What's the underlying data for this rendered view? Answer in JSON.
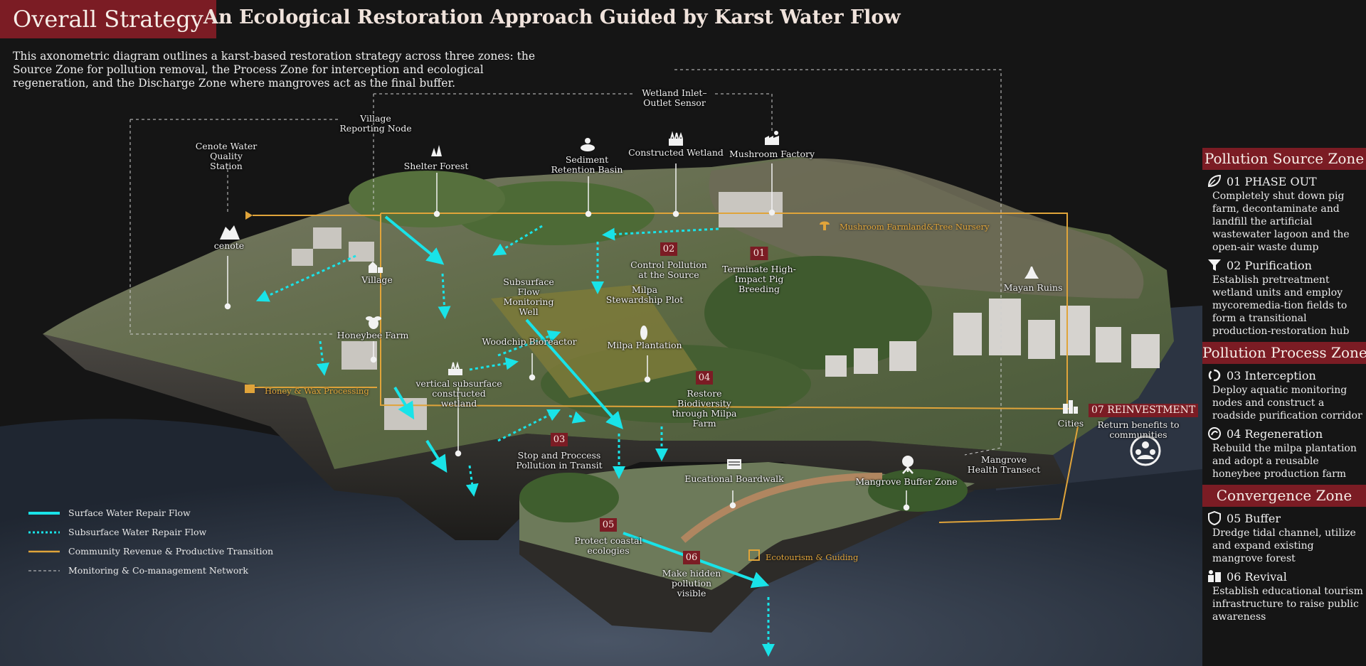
{
  "header": {
    "title": "Overall Strategy",
    "subtitle": "An Ecological Restoration Approach Guided by Karst Water Flow"
  },
  "intro": "This axonometric diagram outlines a karst-based restoration strategy across three zones: the Source Zone for pollution removal, the Process Zone for interception and ecological regeneration, and the Discharge Zone where mangroves act as the final buffer.",
  "map_labels": {
    "wetland_sensor": "Wetland Inlet–Outlet Sensor",
    "village_node": "Village Reporting Node",
    "cenote_station": "Cenote Water Quality Station",
    "shelter_forest": "Shelter Forest",
    "sediment_basin": "Sediment Retention Basin",
    "constructed_wetland": "Constructed Wetland",
    "mushroom_factory": "Mushroom Factory",
    "cenote": "cenote",
    "village": "Village",
    "subsurface_well": "Subsurface Flow Monitoring Well",
    "milpa_plot": "Milpa Stewardship Plot",
    "mayan_ruins": "Mayan Ruins",
    "honeybee_farm": "Honeybee Farm",
    "woodchip": "Woodchip Bioreactor",
    "milpa_plantation": "Milpa Plantation",
    "vertical_wetland": "vertical subsurface constructed wetland",
    "cities": "Cities",
    "mangrove_transect": "Mangrove Health Transect",
    "boardwalk": "Eucational Boardwalk",
    "mangrove_buffer": "Mangrove Buffer Zone"
  },
  "orange_labels": {
    "mushroom_farmland": "Mushroom Farmland&Tree Nursery",
    "honey_wax": "Honey & Wax Processing",
    "ecotourism": "Ecotourism & Guiding"
  },
  "steps": [
    {
      "num": "01",
      "text": "Terminate High-Impact Pig Breeding"
    },
    {
      "num": "02",
      "text": "Control Pollution at the Source"
    },
    {
      "num": "03",
      "text": "Stop and Proccess Pollution in Transit"
    },
    {
      "num": "04",
      "text": "Restore Biodiversity through Milpa Farm"
    },
    {
      "num": "05",
      "text": "Protect coastal ecologies"
    },
    {
      "num": "06",
      "text": "Make hidden pollution visible"
    }
  ],
  "reinvestment": {
    "badge": "07 REINVESTMENT",
    "text": "Return benefits to communities"
  },
  "legend": [
    {
      "label": "Surface Water Repair Flow",
      "color": "#19e3e8",
      "style": "solid"
    },
    {
      "label": "Subsurface Water Repair Flow",
      "color": "#19e3e8",
      "style": "dotted"
    },
    {
      "label": "Community Revenue & Productive Transition",
      "color": "#e0a43a",
      "style": "solid"
    },
    {
      "label": "Monitoring & Co-management Network",
      "color": "#cfcfcf",
      "style": "dashed"
    }
  ],
  "panel": {
    "source_zone": {
      "title": "Pollution Source Zone",
      "items": [
        {
          "heading": "01 PHASE OUT",
          "icon": "leaf-icon",
          "desc": "Completely shut down pig farm, decontaminate and landfill the artificial wastewater lagoon and the open-air waste dump"
        },
        {
          "heading": "02  Purification",
          "icon": "funnel-icon",
          "desc": "Establish pretreatment wetland units and employ mycoremedia-tion fields to form a transitional production-restoration hub"
        }
      ]
    },
    "process_zone": {
      "title": "Pollution Process Zone",
      "items": [
        {
          "heading": "03 Interception",
          "icon": "cycle-icon",
          "desc": "Deploy aquatic monitoring nodes and construct a roadside purification corridor"
        },
        {
          "heading": "04 Regeneration",
          "icon": "regeneration-icon",
          "desc": "Rebuild the milpa plantation and adopt a reusable honeybee production farm"
        }
      ]
    },
    "convergence_zone": {
      "title": "Convergence Zone",
      "items": [
        {
          "heading": "05 Buffer",
          "icon": "shield-icon",
          "desc": "Dredge tidal channel, utilize and expand existing mangrove forest"
        },
        {
          "heading": "06 Revival",
          "icon": "revival-icon",
          "desc": "Establish educational tourism infrastructure to raise public awareness"
        }
      ]
    }
  },
  "colors": {
    "accent": "#7b1c24",
    "surface_flow": "#19e3e8",
    "revenue": "#e0a43a",
    "monitoring": "#cfcfcf"
  }
}
